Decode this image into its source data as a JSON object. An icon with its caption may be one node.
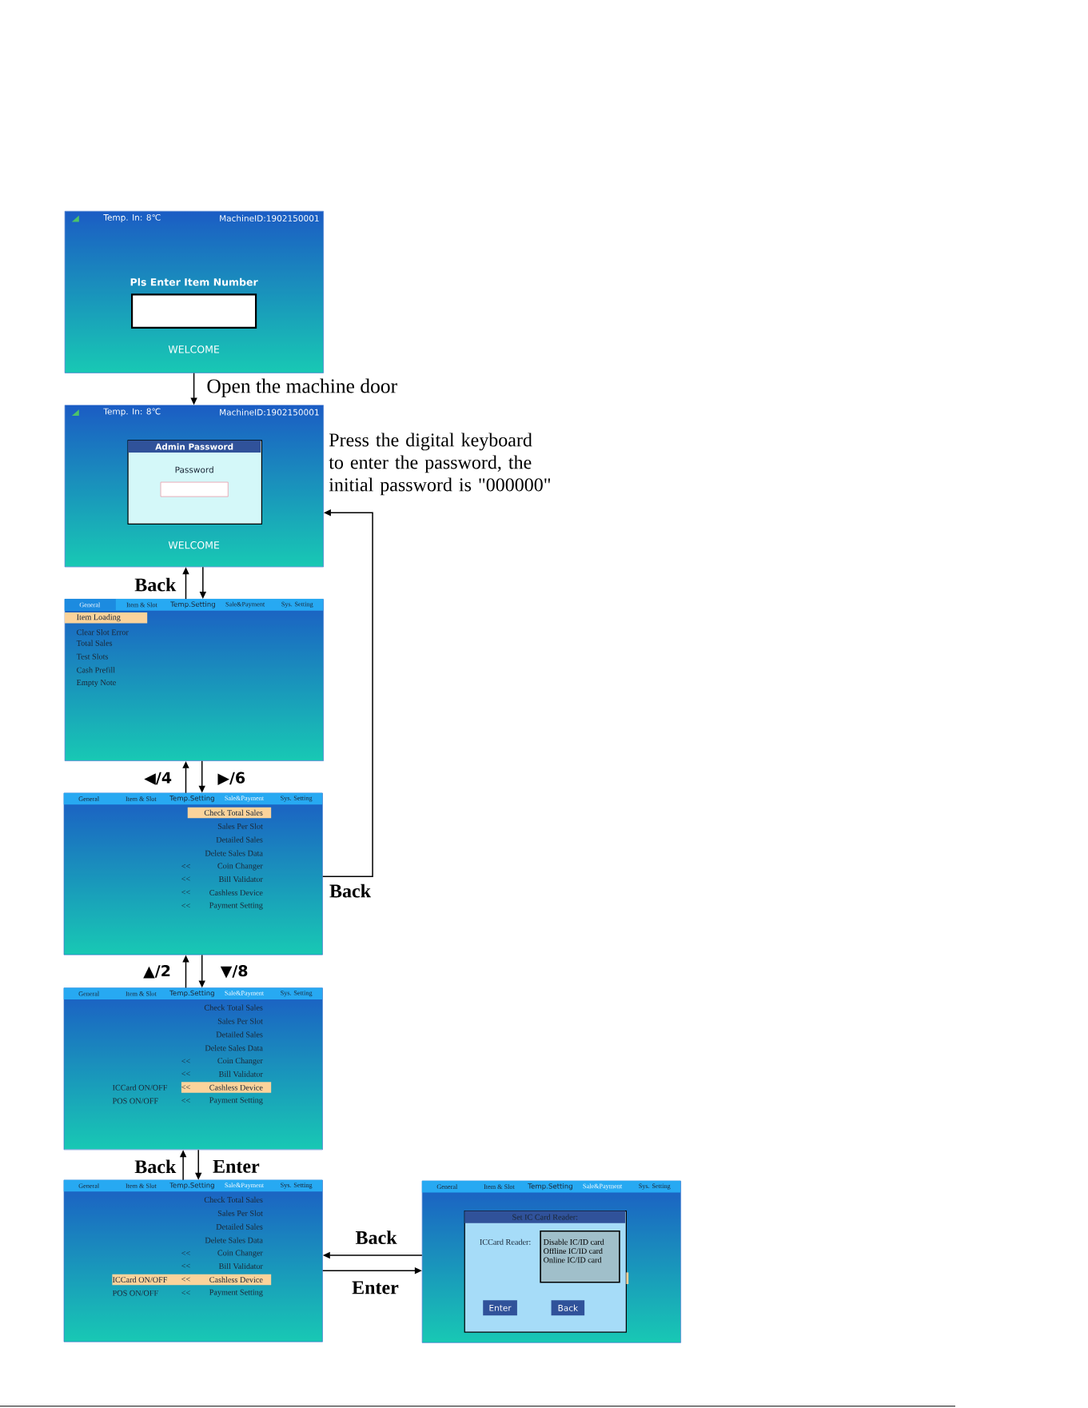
{
  "diagram": {
    "nodes": [
      {
        "text": [
          "Temp. In: 8℃",
          "MachineID:1902150001",
          "Pls Enter Item Number",
          "WELCOME"
        ]
      },
      {
        "text": [
          "Temp. In: 8℃",
          "MachineID:1902150001",
          "WELCOME"
        ]
      },
      {
        "text": [
          "Admin Password",
          "Password"
        ],
        "in": 1
      },
      {
        "text": [
          "General",
          "Item & Slot",
          "Temp.Setting",
          "Sale&Payment",
          "Sys. Setting",
          "Item Loading",
          "Clear Slot Error",
          "Total Sales",
          "Test Slots",
          "Cash Prefill",
          "Empty Note"
        ]
      },
      {
        "text": [
          "General",
          "Item & Slot",
          "Temp.Setting",
          "Sale&Payment",
          "Sys. Setting",
          "Check Total Sales",
          "Sales Per Slot",
          "Detailed Sales",
          "Delete Sales Data",
          "<<",
          "Coin Changer",
          "<<",
          "Bill Validator",
          "<<",
          "Cashless Device",
          "<<",
          "Payment Setting"
        ]
      },
      {
        "text": [
          "General",
          "Item & Slot",
          "Temp.Setting",
          "Sale&Payment",
          "Sys. Setting",
          "Check Total Sales",
          "Sales Per Slot",
          "Detailed Sales",
          "Delete Sales Data",
          "<<",
          "Coin Changer",
          "<<",
          "Bill Validator",
          "ICCard ON/OFF",
          "<<",
          "Cashless Device",
          "POS ON/OFF",
          "<<",
          "Payment Setting"
        ]
      },
      {
        "text": [
          "General",
          "Item & Slot",
          "Temp.Setting",
          "Sale&Payment",
          "Sys. Setting",
          "Check Total Sales",
          "Sales Per Slot",
          "Detailed Sales",
          "Delete Sales Data",
          "<<",
          "Coin Changer",
          "<<",
          "Bill Validator",
          "ICCard ON/OFF",
          "<<",
          "Cashless Device",
          "POS ON/OFF",
          "<<",
          "Payment Setting"
        ]
      },
      {
        "text": [
          "General",
          "Item & Slot",
          "Temp.Setting",
          "Sale&Payment",
          "Sys. Setting"
        ]
      },
      {
        "text": [
          "Set IC Card Reader:",
          "ICCard Reader:",
          "Disable IC/ID card",
          "Offline IC/ID card",
          "Online IC/ID card",
          "Enter",
          "Back"
        ],
        "in": 7
      }
    ],
    "edges": [
      {
        "from": 0,
        "to": 1,
        "arrow": "to",
        "label": "Open the machine door"
      },
      {
        "from": 3,
        "to": 1,
        "arrow": "to",
        "label": "Back"
      },
      {
        "from": 1,
        "to": 3,
        "arrow": "to"
      },
      {
        "from": 4,
        "to": 3,
        "arrow": "to",
        "label": "◀/4"
      },
      {
        "from": 3,
        "to": 4,
        "arrow": "to",
        "label": "▶/6"
      },
      {
        "from": 4,
        "to": 1,
        "arrow": "to",
        "label": "Back"
      },
      {
        "from": 5,
        "to": 4,
        "arrow": "to",
        "label": "▲/2"
      },
      {
        "from": 4,
        "to": 5,
        "arrow": "to",
        "label": "▼/8"
      },
      {
        "from": 6,
        "to": 5,
        "arrow": "to",
        "label": "Back"
      },
      {
        "from": 5,
        "to": 6,
        "arrow": "to",
        "label": "Enter"
      },
      {
        "from": 7,
        "to": 6,
        "arrow": "to",
        "label": "Back"
      },
      {
        "from": 6,
        "to": 7,
        "arrow": "to",
        "label": "Enter"
      }
    ],
    "labels": [
      "Press the digital keyboard to enter the password, the initial password is \"000000\""
    ]
  }
}
